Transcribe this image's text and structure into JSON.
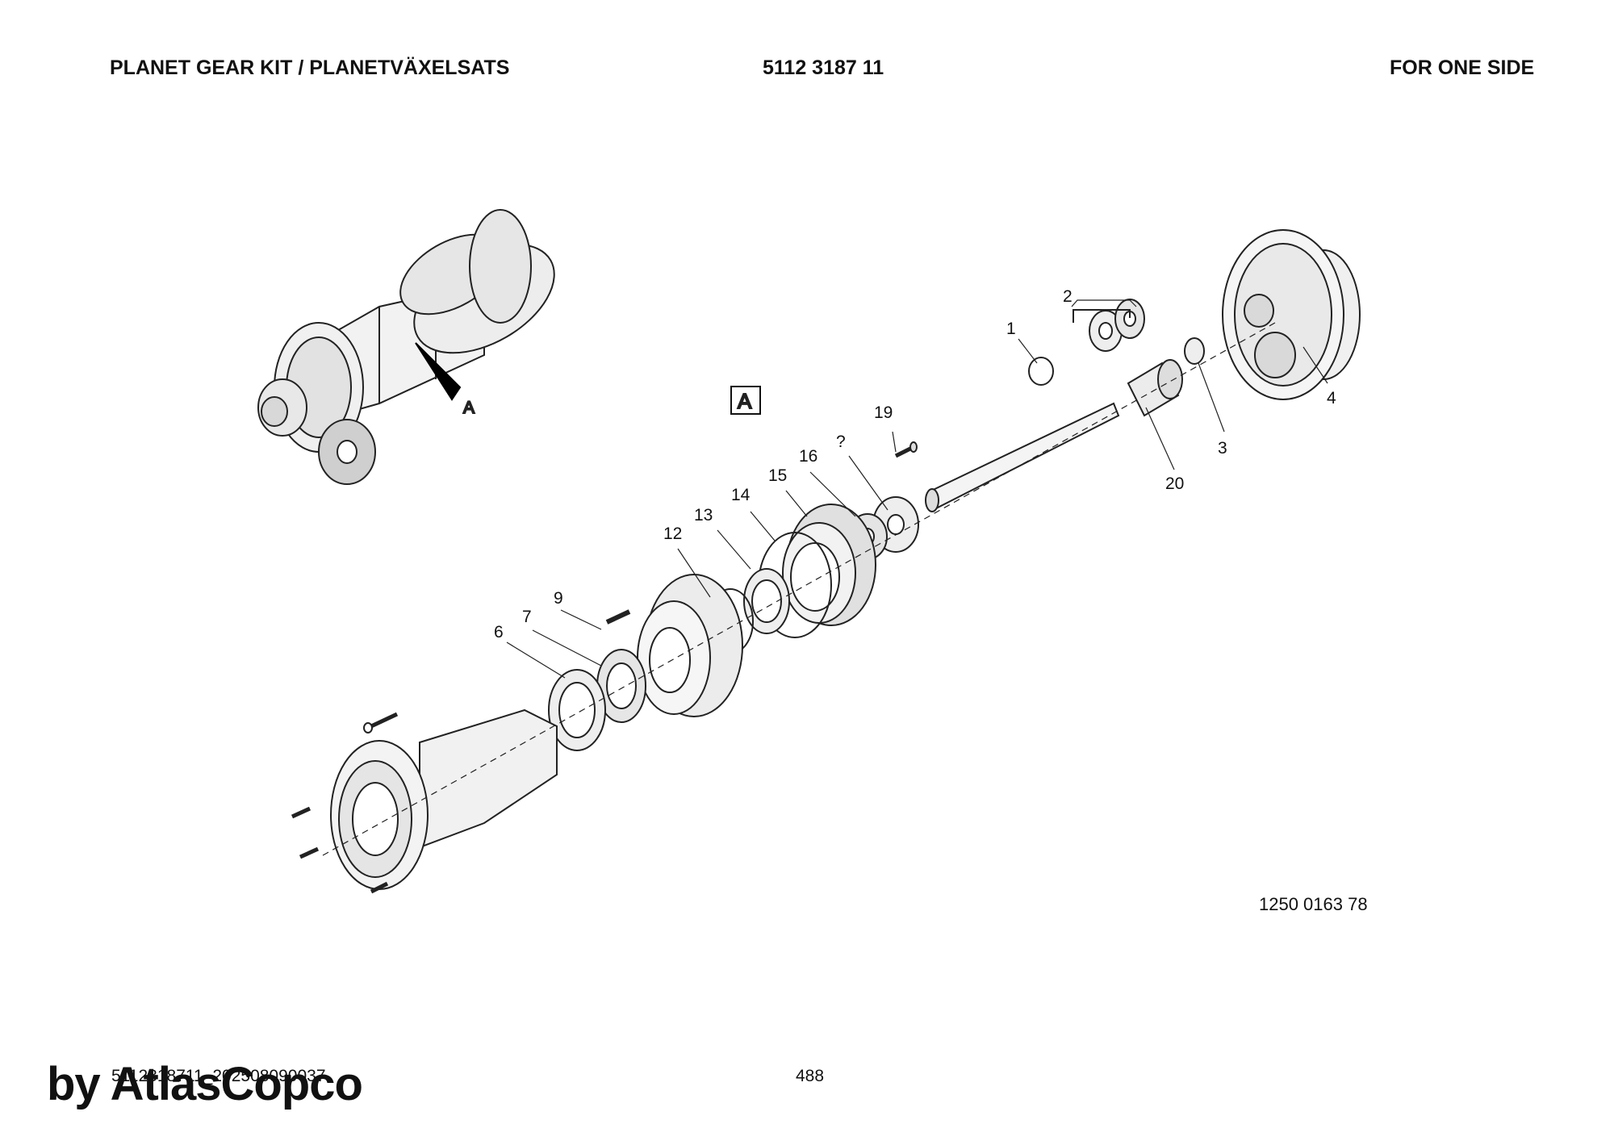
{
  "header": {
    "title": "PLANET GEAR KIT / PLANETVÄXELSATS",
    "part_number": "5112 3187 11",
    "scope": "FOR ONE SIDE"
  },
  "diagram": {
    "overview_label": "A",
    "detail_label": "A",
    "callouts": [
      "1",
      "2",
      "3",
      "4",
      "20",
      "19",
      "?",
      "16",
      "15",
      "14",
      "13",
      "12",
      "9",
      "7",
      "6"
    ],
    "drawing_number": "1250 0163 78"
  },
  "footer": {
    "doc_id": "5112318711_202508090037",
    "page": "488",
    "brand": "by AtlasCopco"
  }
}
